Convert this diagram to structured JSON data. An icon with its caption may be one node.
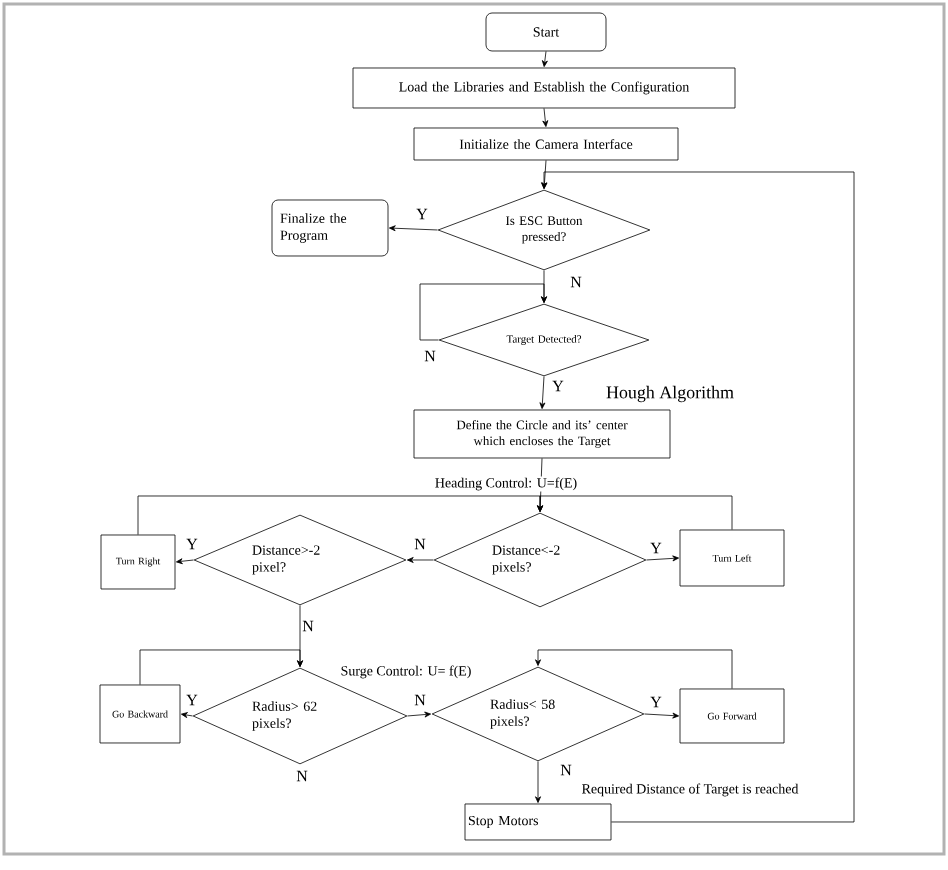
{
  "diagram": {
    "nodes": [
      {
        "text": [
          "Start"
        ]
      },
      {
        "text": [
          "Load the Libraries and Establish the Configuration"
        ]
      },
      {
        "text": [
          "Initialize the Camera Interface"
        ]
      },
      {
        "text": [
          "Finalize the Program"
        ]
      },
      {
        "text": [
          "Is ESC Button pressed?"
        ]
      },
      {
        "text": [
          "Target Detected?"
        ]
      },
      {
        "text": [
          "Define the Circle and its’ center which encloses the Target"
        ]
      },
      {
        "text": [
          "Turn Right"
        ]
      },
      {
        "text": [
          "Distance>-2 pixel?"
        ]
      },
      {
        "text": [
          "Distance<-2 pixels?"
        ]
      },
      {
        "text": [
          "Turn Left"
        ]
      },
      {
        "text": [
          "Go Backward"
        ]
      },
      {
        "text": [
          "Radius> 62 pixels?"
        ]
      },
      {
        "text": [
          "Radius< 58 pixels?"
        ]
      },
      {
        "text": [
          "Go Forward"
        ]
      },
      {
        "text": [
          "Stop Motors"
        ]
      }
    ],
    "edges": [
      {
        "from": 0,
        "to": 1,
        "arrow": "to"
      },
      {
        "from": 1,
        "to": 2,
        "arrow": "to"
      },
      {
        "from": 2,
        "to": 4,
        "arrow": "to"
      },
      {
        "from": 4,
        "to": 3,
        "arrow": "to",
        "label": "Y"
      },
      {
        "from": 4,
        "to": 5,
        "arrow": "to",
        "label": "N"
      },
      {
        "from": 5,
        "to": 5,
        "arrow": "to",
        "label": "N"
      },
      {
        "from": 5,
        "to": 6,
        "arrow": "to",
        "label": "Y"
      },
      {
        "from": 6,
        "to": 9,
        "arrow": "to"
      },
      {
        "from": 9,
        "to": 10,
        "arrow": "to",
        "label": "Y"
      },
      {
        "from": 9,
        "to": 8,
        "arrow": "to",
        "label": "N"
      },
      {
        "from": 8,
        "to": 7,
        "arrow": "to",
        "label": "Y"
      },
      {
        "from": 7,
        "to": 9,
        "arrow": "to"
      },
      {
        "from": 10,
        "to": 9,
        "arrow": "to"
      },
      {
        "from": 8,
        "to": 12,
        "arrow": "to",
        "label": "N"
      },
      {
        "from": 12,
        "to": 11,
        "arrow": "to",
        "label": "Y"
      },
      {
        "from": 11,
        "to": 12,
        "arrow": "to"
      },
      {
        "from": 12,
        "to": 13,
        "arrow": "to",
        "label": "N"
      },
      {
        "from": 13,
        "to": 14,
        "arrow": "to",
        "label": "Y"
      },
      {
        "from": 14,
        "to": 13,
        "arrow": "to"
      },
      {
        "from": 13,
        "to": 15,
        "arrow": "to",
        "label": "N"
      },
      {
        "from": 15,
        "to": 4,
        "arrow": "to"
      }
    ],
    "labels": [
      "Hough Algorithm",
      "Heading Control: U=f(E)",
      "Surge Control: U= f(E)",
      "N",
      "Required Distance of Target is reached"
    ]
  }
}
